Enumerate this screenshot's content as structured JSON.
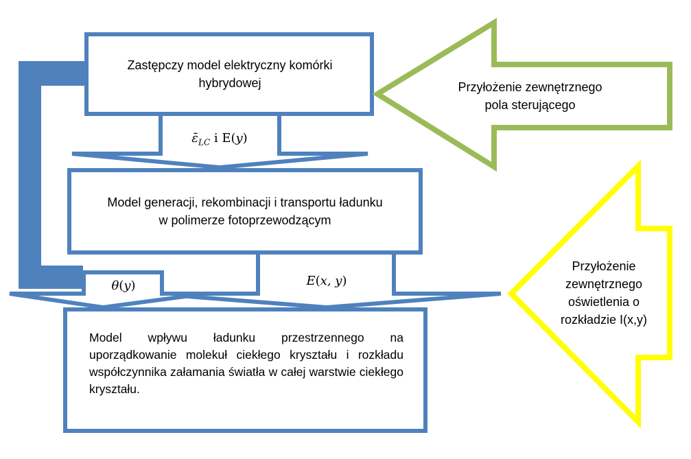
{
  "colors": {
    "blue": "#4f81bd",
    "green": "#9bbb59",
    "yellow": "#ffff00",
    "background": "#ffffff",
    "text": "#000000"
  },
  "boxes": {
    "equivalent_model": {
      "line1": "Zastępczy model elektryczny komórki",
      "line2": "hybrydowej"
    },
    "generation_model": {
      "line1": "Model generacji, rekombinacji i transportu ładunku",
      "line2": "w polimerze fotoprzewodzącym"
    },
    "space_charge_model": {
      "text": "Model wpływu ładunku przestrzennego na uporządkowanie molekuł ciekłego kryształu i rozkładu współczynnika załamania światła w całej warstwie ciekłego kryształu."
    }
  },
  "arrows": {
    "epsilon_e": {
      "epsilon": "ε̄",
      "subscript": "LC",
      "conj": " i ",
      "e_func": "E(",
      "var": "y",
      "close": ")"
    },
    "theta": {
      "symbol": "θ",
      "open": "(",
      "var": "y",
      "close": ")"
    },
    "e_xy": {
      "symbol": "E",
      "open": "(",
      "var": "x, y",
      "close": ")"
    }
  },
  "side_arrows": {
    "field": {
      "line1": "Przyłożenie zewnętrznego",
      "line2": "pola sterującego"
    },
    "illumination": {
      "line1": "Przyłożenie",
      "line2": "zewnętrznego",
      "line3": "oświetlenia o",
      "line4": "rozkładzie I(x,y)"
    }
  }
}
